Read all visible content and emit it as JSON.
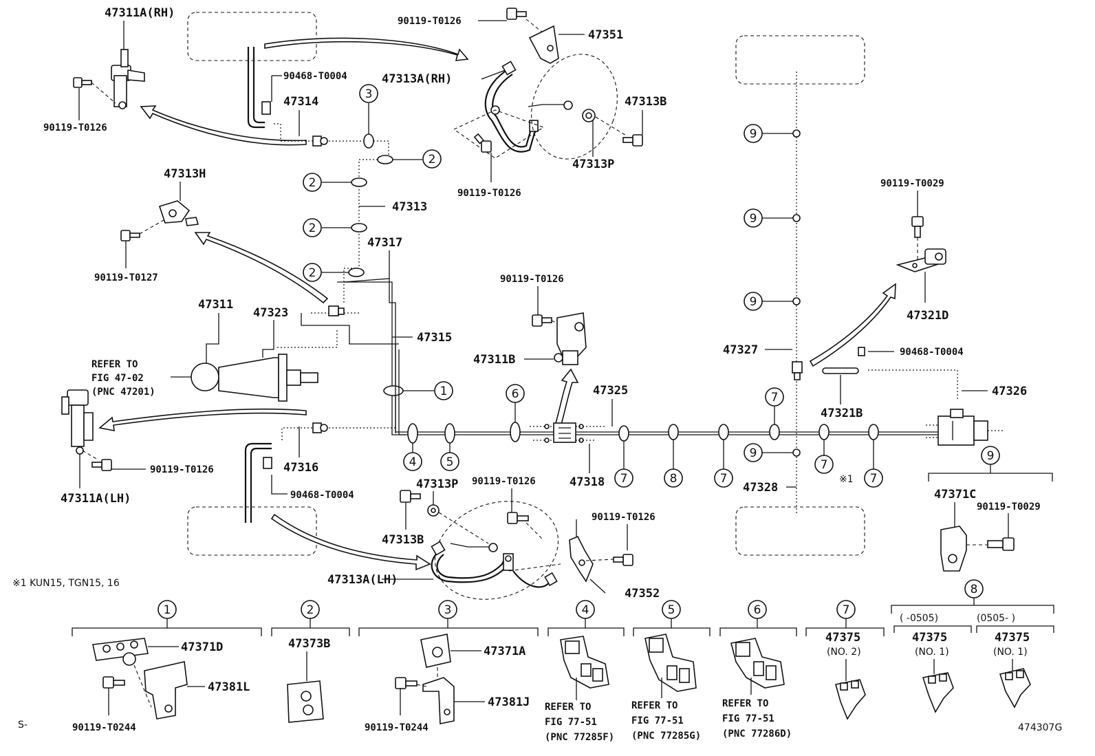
{
  "labels": {
    "p47311A_RH": "47311A(RH)",
    "p90119_T0126_a": "90119-T0126",
    "p90119_T0126_b": "90119-T0126",
    "p47351": "47351",
    "p47313A_RH": "47313A(RH)",
    "p90468_T0004_a": "90468-T0004",
    "p47314": "47314",
    "p47313B_a": "47313B",
    "p47313P_a": "47313P",
    "p90119_T0126_c": "90119-T0126",
    "p47313H": "47313H",
    "p47313": "47313",
    "p90119_T0127": "90119-T0127",
    "p47317": "47317",
    "p47311": "47311",
    "p47323": "47323",
    "p47315": "47315",
    "refer1_a": "REFER TO",
    "refer1_b": "FIG 47-02",
    "refer1_c": "(PNC 47201)",
    "p90119_T0126_d": "90119-T0126",
    "p47311B": "47311B",
    "p47325": "47325",
    "p90119_T0029_a": "90119-T0029",
    "p47321D": "47321D",
    "p47327": "47327",
    "p90468_T0004_c": "90468-T0004",
    "p47326": "47326",
    "p47321B": "47321B",
    "p90119_T0126_e": "90119-T0126",
    "p47311A_LH": "47311A(LH)",
    "p47316": "47316",
    "p90468_T0004_b": "90468-T0004",
    "p47318": "47318",
    "p47328": "47328",
    "p47313P_b": "47313P",
    "p90119_T0126_f": "90119-T0126",
    "p90119_T0126_g": "90119-T0126",
    "p47313B_b": "47313B",
    "p47313A_LH": "47313A(LH)",
    "p47352": "47352",
    "p47371C": "47371C",
    "p90119_T0029_b": "90119-T0029",
    "note_mark": "※1",
    "note_text": "※1  KUN15, TGN15, 16",
    "s_mark": "S-",
    "figure_code": "474307G"
  },
  "callouts": {
    "c1": "1",
    "c2": "2",
    "c3": "3",
    "c4": "4",
    "c5": "5",
    "c6": "6",
    "c7": "7",
    "c8": "8",
    "c9": "9"
  },
  "legend": {
    "g1_a": "47371D",
    "g1_b": "47381L",
    "g1_c": "90119-T0244",
    "g2_a": "47373B",
    "g3_a": "47371A",
    "g3_b": "47381J",
    "g3_c": "90119-T0244",
    "g4_a": "REFER TO",
    "g4_b": "FIG 77-51",
    "g4_c": "(PNC 77285F)",
    "g5_a": "REFER TO",
    "g5_b": "FIG 77-51",
    "g5_c": "(PNC 77285G)",
    "g6_a": "REFER TO",
    "g6_b": "FIG 77-51",
    "g6_c": "(PNC 77286D)",
    "g7_a": "47375",
    "g7_b": "(NO. 2)",
    "g8_range1": "(      -0505)",
    "g8_range2": "(0505-      )",
    "g8_a": "47375",
    "g8_b": "(NO. 1)",
    "g8_c": "47375",
    "g8_d": "(NO. 1)"
  }
}
